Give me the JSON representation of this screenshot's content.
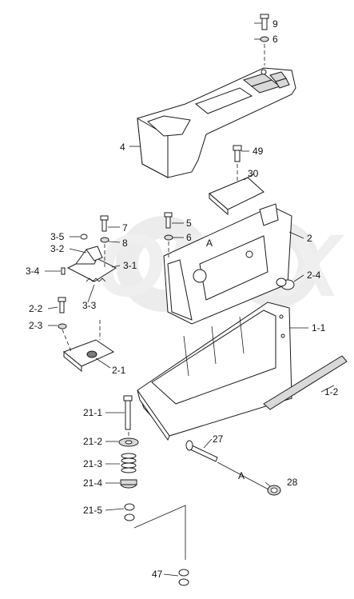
{
  "callouts": [
    {
      "id": "c9",
      "text": "9"
    },
    {
      "id": "c6a",
      "text": "6"
    },
    {
      "id": "c4",
      "text": "4"
    },
    {
      "id": "c49",
      "text": "49"
    },
    {
      "id": "c30",
      "text": "30"
    },
    {
      "id": "c7",
      "text": "7"
    },
    {
      "id": "c5",
      "text": "5"
    },
    {
      "id": "c8",
      "text": "8"
    },
    {
      "id": "c6b",
      "text": "6"
    },
    {
      "id": "c35",
      "text": "3-5"
    },
    {
      "id": "c32",
      "text": "3-2"
    },
    {
      "id": "cA1",
      "text": "A"
    },
    {
      "id": "c2",
      "text": "2"
    },
    {
      "id": "c34",
      "text": "3-4"
    },
    {
      "id": "c31",
      "text": "3-1"
    },
    {
      "id": "c24",
      "text": "2-4"
    },
    {
      "id": "c33",
      "text": "3-3"
    },
    {
      "id": "c22",
      "text": "2-2"
    },
    {
      "id": "c23",
      "text": "2-3"
    },
    {
      "id": "c11",
      "text": "1-1"
    },
    {
      "id": "c21",
      "text": "2-1"
    },
    {
      "id": "c12",
      "text": "1-2"
    },
    {
      "id": "c211",
      "text": "21-1"
    },
    {
      "id": "c27",
      "text": "27"
    },
    {
      "id": "c212",
      "text": "21-2"
    },
    {
      "id": "c213",
      "text": "21-3"
    },
    {
      "id": "cA2",
      "text": "A"
    },
    {
      "id": "c214",
      "text": "21-4"
    },
    {
      "id": "c28",
      "text": "28"
    },
    {
      "id": "c215",
      "text": "21-5"
    },
    {
      "id": "c47",
      "text": "47"
    }
  ],
  "watermark": "OPEX",
  "colors": {
    "line": "#1a1a1a",
    "fill": "#ffffff",
    "shade": "#d9d9d9",
    "watermark": "#ececec"
  }
}
